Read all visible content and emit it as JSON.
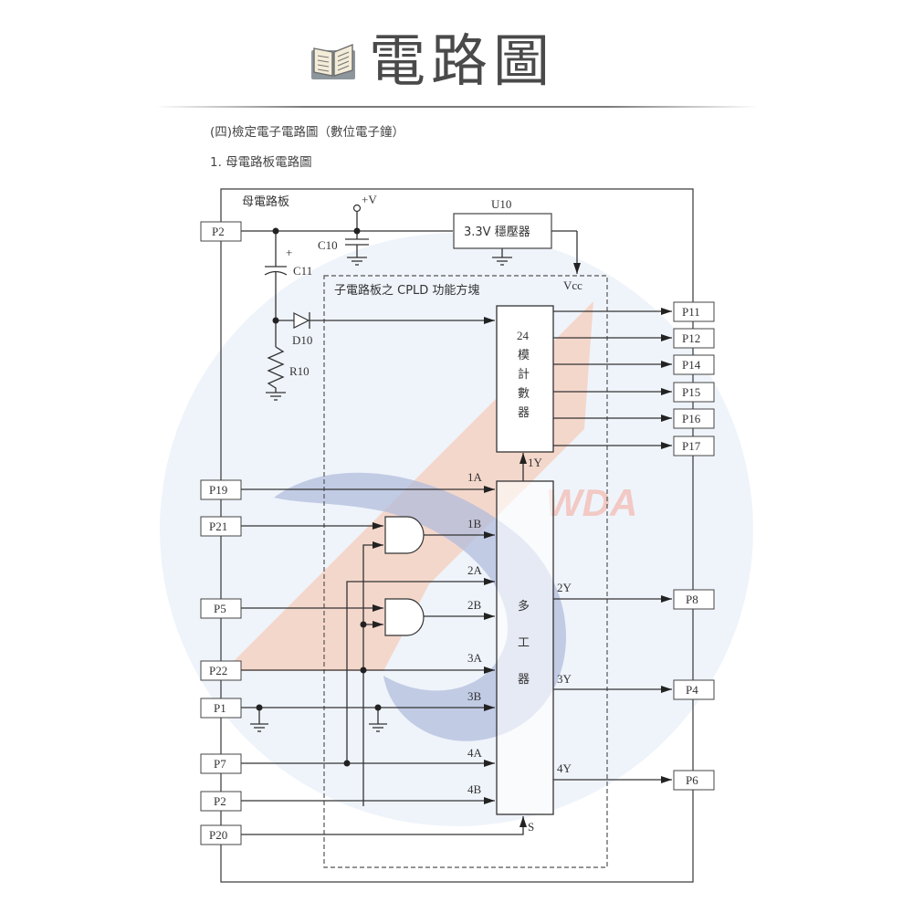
{
  "header": {
    "icon": "book-icon",
    "title": "電路圖"
  },
  "section": {
    "heading": "(四)檢定電子電路圖（數位電子鐘）",
    "subheading": "1.  母電路板電路圖"
  },
  "diagram": {
    "board_label": "母電路板",
    "cpld_label": "子電路板之 CPLD 功能方塊",
    "supply_label": "+V",
    "regulator": {
      "ref": "U10",
      "label": "3.3V 穩壓器"
    },
    "vcc_label": "Vcc",
    "components": {
      "c10": "C10",
      "c11": "C11",
      "c11_polarity": "+",
      "d10": "D10",
      "r10": "R10"
    },
    "counter": {
      "line1": "24",
      "line2": "模",
      "line3": "計",
      "line4": "數",
      "line5": "器"
    },
    "mux": {
      "line1": "多",
      "line2": "工",
      "line3": "器"
    },
    "signals": {
      "in_1A": "1A",
      "in_1B": "1B",
      "in_2A": "2A",
      "in_2B": "2B",
      "in_3A": "3A",
      "in_3B": "3B",
      "in_4A": "4A",
      "in_4B": "4B",
      "select": "S",
      "out_1Y": "1Y",
      "out_2Y": "2Y",
      "out_3Y": "3Y",
      "out_4Y": "4Y"
    },
    "left_pins": [
      "P2",
      "P19",
      "P21",
      "P5",
      "P22",
      "P1",
      "P7",
      "P2",
      "P20"
    ],
    "right_pins": [
      "P11",
      "P12",
      "P14",
      "P15",
      "P16",
      "P17",
      "P8",
      "P4",
      "P6"
    ],
    "watermark": {
      "text": "WDA",
      "colors": {
        "blue": "#3b5ba8",
        "orange": "#f08a5d",
        "light_blue": "#8fbfe8"
      }
    }
  }
}
